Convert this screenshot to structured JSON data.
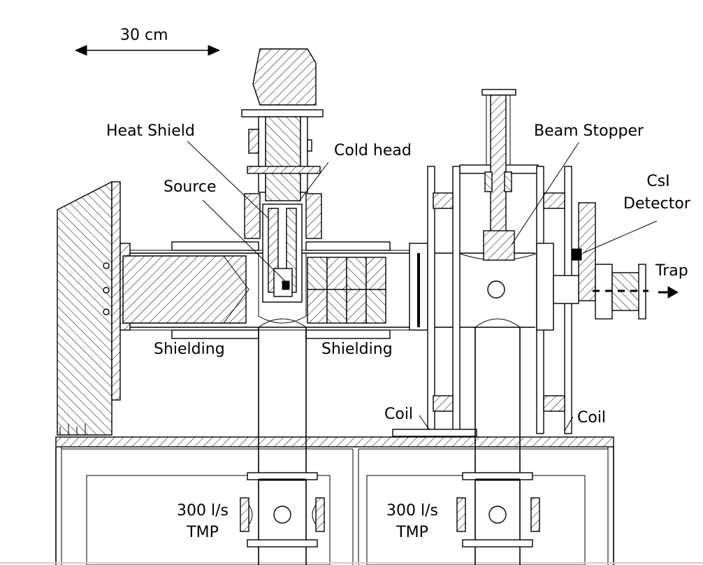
{
  "labels": {
    "scale": "30 cm",
    "heat_shield": "Heat Shield",
    "cold_head": "Cold head",
    "source": "Source",
    "beam_stopper": "Beam Stopper",
    "csi_line1": "CsI",
    "csi_line2": "Detector",
    "trap": "Trap",
    "shielding_left": "Shielding",
    "shielding_right": "Shielding",
    "coil_left": "Coil",
    "coil_right": "Coil",
    "tmp_left_line1": "300 l/s",
    "tmp_left_line2": "TMP",
    "tmp_right_line1": "300 l/s",
    "tmp_right_line2": "TMP"
  }
}
